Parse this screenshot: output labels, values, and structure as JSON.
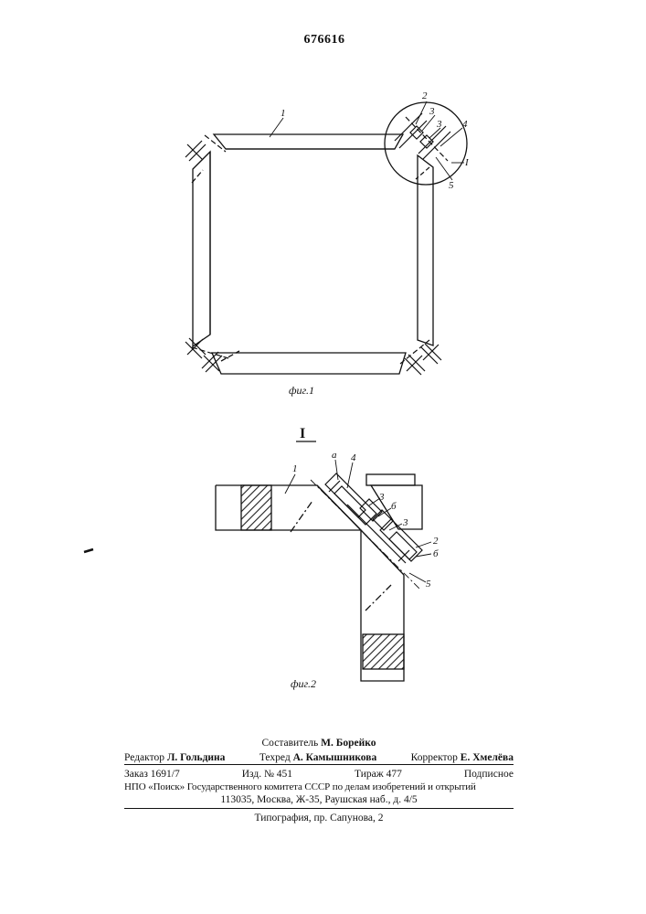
{
  "header": {
    "patent_number": "676616"
  },
  "figure1": {
    "caption": "фиг.1",
    "labels": {
      "n1": "1",
      "n2": "2",
      "n3a": "3",
      "n3b": "3",
      "n4": "4",
      "n5": "5",
      "detail": "I"
    }
  },
  "figure2": {
    "title": "I",
    "caption": "фиг.2",
    "labels": {
      "n1": "1",
      "n4": "4",
      "na": "а",
      "n3a": "3",
      "nb1": "б",
      "n3b": "3",
      "n2": "2",
      "nb2": "б",
      "n5": "5"
    }
  },
  "imprint": {
    "compiler_label": "Составитель",
    "compiler_name": "М. Борейко",
    "editor_label": "Редактор",
    "editor_name": "Л. Гольдина",
    "techred_label": "Техред",
    "techred_name": "А. Камышникова",
    "corrector_label": "Корректор",
    "corrector_name": "Е. Хмелёва",
    "order": "Заказ 1691/7",
    "edition": "Изд. № 451",
    "circulation": "Тираж 477",
    "subscription": "Подписное",
    "org_line": "НПО «Поиск» Государственного комитета СССР по делам изобретений и открытий",
    "address_line": "113035, Москва, Ж-35, Раушская наб., д. 4/5",
    "printer_line": "Типография, пр. Сапунова, 2"
  }
}
